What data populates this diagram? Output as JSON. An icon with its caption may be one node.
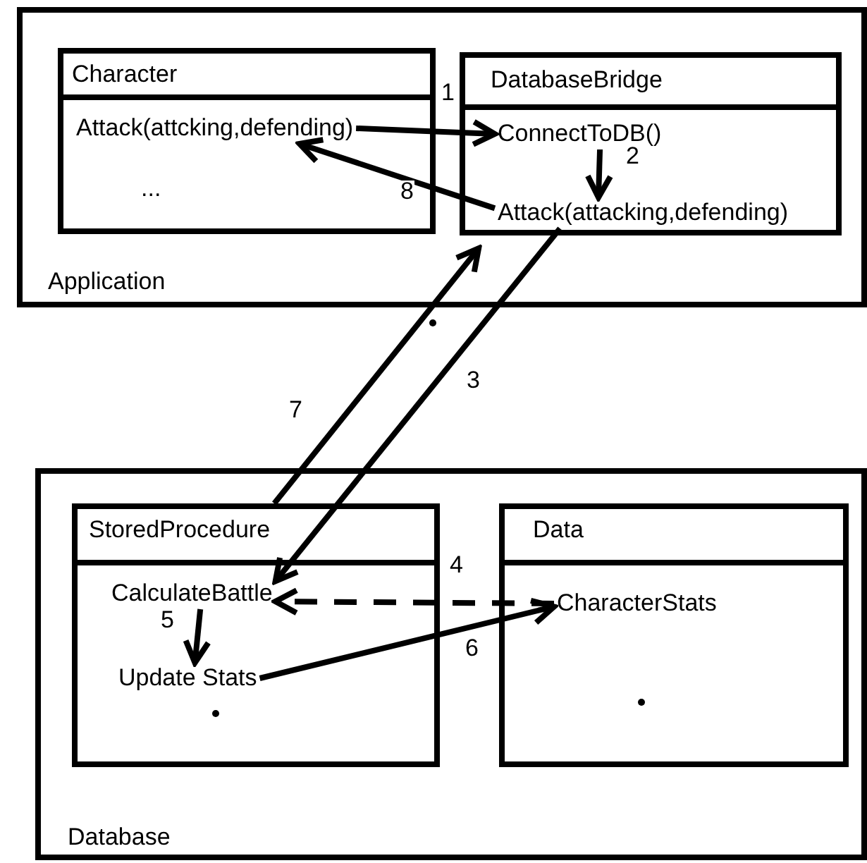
{
  "diagram": {
    "nodes": [
      {
        "text": [
          "Application"
        ]
      },
      {
        "text": [
          "Character",
          "..."
        ],
        "in": 0
      },
      {
        "text": [
          "Attack(attcking,defending)"
        ],
        "in": 1
      },
      {
        "text": [
          "DatabaseBridge"
        ],
        "in": 0
      },
      {
        "text": [
          "ConnectToDB()"
        ],
        "in": 3
      },
      {
        "text": [
          "Attack(attacking,defending)"
        ],
        "in": 3
      },
      {
        "text": [
          "Database"
        ]
      },
      {
        "text": [
          "StoredProcedure"
        ],
        "in": 6
      },
      {
        "text": [
          "CalculateBattle"
        ],
        "in": 7
      },
      {
        "text": [
          "Update Stats"
        ],
        "in": 7
      },
      {
        "text": [
          "Data"
        ],
        "in": 6
      },
      {
        "text": [
          "CharacterStats"
        ],
        "in": 10
      }
    ],
    "edges": [
      {
        "from": 2,
        "to": 4,
        "arrow": "to",
        "label": "1"
      },
      {
        "from": 4,
        "to": 5,
        "arrow": "to",
        "label": "2"
      },
      {
        "from": 5,
        "to": 8,
        "arrow": "to",
        "label": "3"
      },
      {
        "from": 11,
        "to": 8,
        "arrow": "to",
        "label": "4",
        "style": "dashed"
      },
      {
        "from": 8,
        "to": 9,
        "arrow": "to",
        "label": "5"
      },
      {
        "from": 9,
        "to": 11,
        "arrow": "to",
        "label": "6"
      },
      {
        "from": 7,
        "to": 3,
        "arrow": "to",
        "label": "7"
      },
      {
        "from": 5,
        "to": 2,
        "arrow": "to",
        "label": "8"
      }
    ]
  }
}
